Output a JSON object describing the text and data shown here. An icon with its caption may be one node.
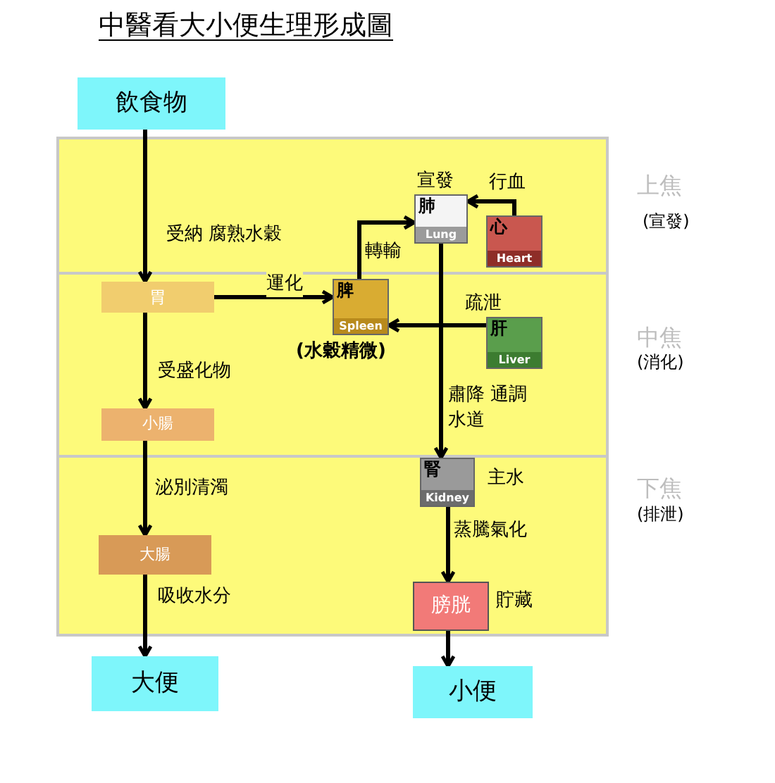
{
  "diagram": {
    "title": "中醫看大小便生理形成圖",
    "nodes": [
      {
        "text": [
          "飲食物"
        ]
      },
      {
        "text": [
          "胃"
        ]
      },
      {
        "text": [
          "脾",
          "Spleen"
        ],
        "beside": [
          "(水穀精微)"
        ]
      },
      {
        "text": [
          "肺",
          "Lung"
        ],
        "beside": [
          "宣發"
        ]
      },
      {
        "text": [
          "心",
          "Heart"
        ]
      },
      {
        "text": [
          "肝",
          "Liver"
        ]
      },
      {
        "text": [
          "小腸"
        ]
      },
      {
        "text": [
          "大腸"
        ]
      },
      {
        "text": [
          "腎",
          "Kidney"
        ],
        "beside": [
          "主水"
        ]
      },
      {
        "text": [
          "膀胱"
        ],
        "beside": [
          "貯藏"
        ]
      },
      {
        "text": [
          "大便"
        ]
      },
      {
        "text": [
          "小便"
        ]
      }
    ],
    "edges": [
      {
        "from": 0,
        "to": 1,
        "arrow": "to",
        "label": "受納 腐熟水穀"
      },
      {
        "from": 1,
        "to": 2,
        "arrow": "to",
        "label": "運化"
      },
      {
        "from": 1,
        "to": 6,
        "arrow": "to",
        "label": "受盛化物"
      },
      {
        "from": 2,
        "to": 3,
        "arrow": "to",
        "label": "轉輸"
      },
      {
        "from": 4,
        "to": 3,
        "arrow": "to",
        "label": "行血"
      },
      {
        "from": 5,
        "to": 2,
        "arrow": "to",
        "label": "疏泄"
      },
      {
        "from": 3,
        "to": 8,
        "arrow": "to",
        "label": "肅降 通調水道"
      },
      {
        "from": 6,
        "to": 7,
        "arrow": "to",
        "label": "泌別清濁"
      },
      {
        "from": 7,
        "to": 10,
        "arrow": "to",
        "label": "吸收水分"
      },
      {
        "from": 8,
        "to": 9,
        "arrow": "to",
        "label": "蒸騰氣化"
      },
      {
        "from": 9,
        "to": 11,
        "arrow": "to"
      }
    ],
    "labels": [
      "上焦",
      "(宣發)",
      "中焦",
      "(消化)",
      "下焦",
      "(排泄)"
    ]
  }
}
